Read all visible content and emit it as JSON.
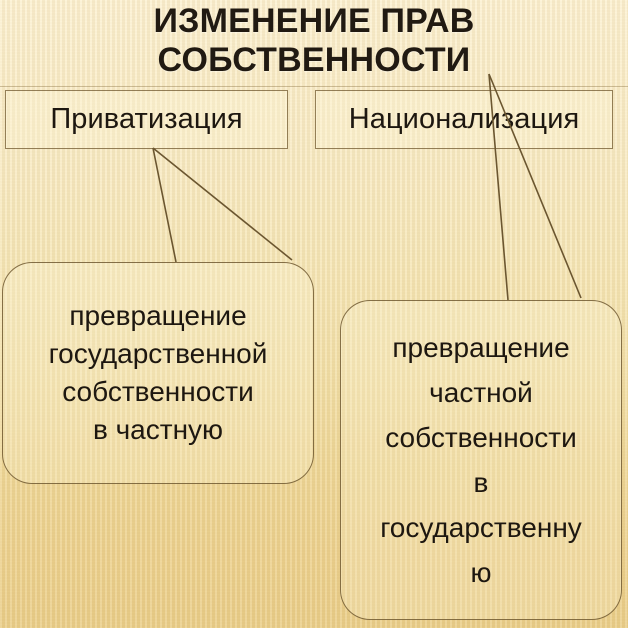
{
  "slide": {
    "title": "ИЗМЕНЕНИЕ ПРАВ\nСОБСТВЕННОСТИ",
    "background_top_color": "#fdf2d4",
    "background_bottom_color": "#ecd08c",
    "text_color": "#1d1710",
    "line_color": "#6b5630"
  },
  "categories": [
    {
      "id": "privatization",
      "label": "Приватизация",
      "detail": "превращение\nгосударственной\nсобственности\nв частную"
    },
    {
      "id": "nationalization",
      "label": "Национализация",
      "detail": "превращение\nчастной\nсобственности\nв\nгосударственну\nю"
    }
  ]
}
